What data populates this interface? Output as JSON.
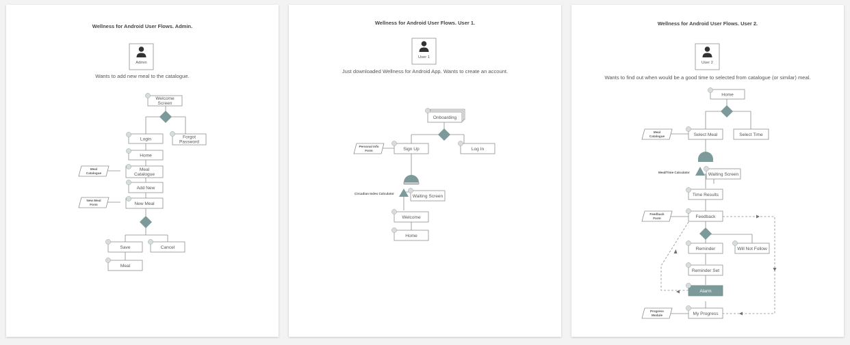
{
  "panels": [
    {
      "title": "Wellness for Android User Flows. Admin.",
      "role": "Admin",
      "description": "Wants to add new meal to the catalogue.",
      "nodes": {
        "welcome": "Welcome Screen",
        "login": "Login",
        "forgot": "Forgot Password",
        "home": "Home",
        "catalogue": "Meal Catalogue",
        "add_new": "Add New",
        "new_meal": "New Meal",
        "save": "Save",
        "cancel": "Cancel",
        "meal": "Meal"
      },
      "side_inputs": {
        "meal_catalogue": "Meal Catalogue",
        "new_meal_form": "New Meal Form"
      }
    },
    {
      "title": "Wellness for Android User Flows. User 1.",
      "role": "User 1",
      "description": "Just downloaded Wellness for Android App. Wants to create an account.",
      "nodes": {
        "onboarding": "Onboarding",
        "signup": "Sign Up",
        "login": "Log In",
        "waiting": "Waiting Screen",
        "welcome": "Welcome",
        "home": "Home"
      },
      "side_inputs": {
        "personal_info": "Personal Info Form",
        "circadian": "Circadian Index Calculator"
      }
    },
    {
      "title": "Wellness for Android User Flows. User 2.",
      "role": "User 2",
      "description": "Wants to find out when would be a good time to selected from catalogue (or similar) meal.",
      "nodes": {
        "home": "Home",
        "select_meal": "Select Meal",
        "select_time": "Select Time",
        "waiting": "Waiting Screen",
        "time_results": "Time Results",
        "feedback": "Feedback",
        "reminder": "Reminder",
        "will_not_follow": "Will Not Follow",
        "reminder_set": "Reminder Set",
        "alarm": "Alarm",
        "my_progress": "My Progress"
      },
      "side_inputs": {
        "meal_catalogue": "Meal Catalogue",
        "calculator": "Meal/Time Calculator",
        "feedback_form": "Feedback Form",
        "progress_module": "Progress Module"
      }
    }
  ],
  "colors": {
    "background": "#f3f3f3",
    "panel": "#ffffff",
    "decision": "#7c9a9a",
    "highlight_node": "#7c9a9a",
    "line": "#8a8a8a"
  },
  "icons": [
    "user-icon"
  ]
}
